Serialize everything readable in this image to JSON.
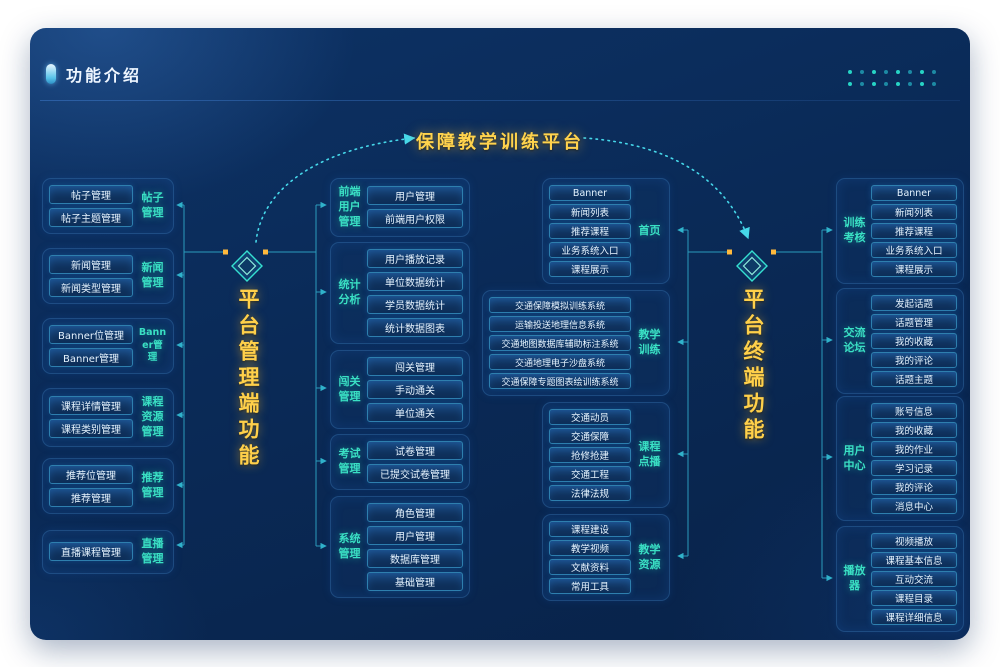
{
  "header": {
    "title": "功能介绍"
  },
  "center_title": "保障教学训练平台",
  "roots": {
    "left": "平台管理端功能",
    "right": "平台终端功能"
  },
  "left_groups": [
    {
      "label": "帖子管理",
      "items": [
        "帖子管理",
        "帖子主题管理"
      ]
    },
    {
      "label": "新闻管理",
      "items": [
        "新闻管理",
        "新闻类型管理"
      ]
    },
    {
      "label": "Banner管理",
      "items": [
        "Banner位管理",
        "Banner管理"
      ]
    },
    {
      "label": "课程资源管理",
      "items": [
        "课程详情管理",
        "课程类别管理"
      ]
    },
    {
      "label": "推荐管理",
      "items": [
        "推荐位管理",
        "推荐管理"
      ]
    },
    {
      "label": "直播管理",
      "items": [
        "直播课程管理"
      ]
    }
  ],
  "mid_left_groups": [
    {
      "label": "前端用户管理",
      "items": [
        "用户管理",
        "前端用户权限"
      ]
    },
    {
      "label": "统计分析",
      "items": [
        "用户播放记录",
        "单位数据统计",
        "学员数据统计",
        "统计数据图表"
      ]
    },
    {
      "label": "闯关管理",
      "items": [
        "闯关管理",
        "手动通关",
        "单位通关"
      ]
    },
    {
      "label": "考试管理",
      "items": [
        "试卷管理",
        "已提交试卷管理"
      ]
    },
    {
      "label": "系统管理",
      "items": [
        "角色管理",
        "用户管理",
        "数据库管理",
        "基础管理"
      ]
    }
  ],
  "mid_right_groups": [
    {
      "label": "首页",
      "items": [
        "Banner",
        "新闻列表",
        "推荐课程",
        "业务系统入口",
        "课程展示"
      ]
    },
    {
      "label": "教学训练",
      "items": [
        "交通保障模拟训练系统",
        "运输投送地理信息系统",
        "交通地图数据库辅助标注系统",
        "交通地理电子沙盘系统",
        "交通保障专题图表绘训练系统"
      ]
    },
    {
      "label": "课程点播",
      "items": [
        "交通动员",
        "交通保障",
        "抢修抢建",
        "交通工程",
        "法律法规"
      ]
    },
    {
      "label": "教学资源",
      "items": [
        "课程建设",
        "教学视频",
        "文献资料",
        "常用工具"
      ]
    }
  ],
  "right_groups": [
    {
      "label": "训练考核",
      "items": [
        "Banner",
        "新闻列表",
        "推荐课程",
        "业务系统入口",
        "课程展示"
      ]
    },
    {
      "label": "交流论坛",
      "items": [
        "发起话题",
        "话题管理",
        "我的收藏",
        "我的评论",
        "话题主题"
      ]
    },
    {
      "label": "用户中心",
      "items": [
        "账号信息",
        "我的收藏",
        "我的作业",
        "学习记录",
        "我的评论",
        "消息中心"
      ]
    },
    {
      "label": "播放器",
      "items": [
        "视频播放",
        "课程基本信息",
        "互动交流",
        "课程目录",
        "课程详细信息"
      ]
    }
  ],
  "icons": {
    "header_bullet": "bullet-bar-icon",
    "root_diamond": "diamond-icon",
    "dots_decoration": "dot-grid-icon"
  },
  "colors": {
    "card_bg": "#0a2a57",
    "accent_yellow": "#ffd34d",
    "accent_teal": "#3ae0c4",
    "wire": "#2fa8c8",
    "node_border": "#2e7fae"
  }
}
